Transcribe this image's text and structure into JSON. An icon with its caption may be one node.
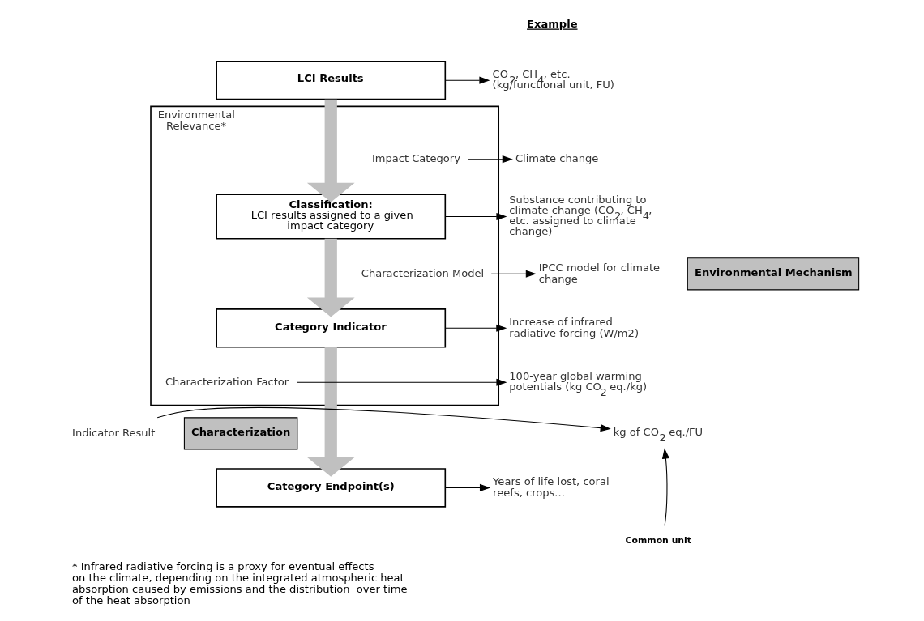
{
  "diagram": {
    "caption": "* Infrared radiative forcing is a proxy for eventual effects on the climate, depending on the integrated atmospheric heat absorption caused by emissions and the distribution  over time of the heat absorption",
    "nodes": [
      {
        "text": [
          "LCI Results"
        ]
      },
      {
        "text": [
          "Environmental Relevance*"
        ]
      },
      {
        "text": [
          "Classification:",
          "LCI results assigned to a given impact category"
        ],
        "in": 1
      },
      {
        "text": [
          "Category Indicator"
        ],
        "in": 1
      },
      {
        "text": [
          "Impact Category"
        ],
        "in": 1
      },
      {
        "text": [
          "Characterization Model"
        ],
        "in": 1
      },
      {
        "text": [
          "Characterization Factor"
        ],
        "in": 1
      },
      {
        "text": [
          "Indicator Result"
        ]
      },
      {
        "text": [
          "Category Endpoint(s)"
        ]
      },
      {
        "text": [
          "CO$_{2}$, CH$_{4}$, etc. (kg/functional unit, FU)"
        ]
      },
      {
        "text": [
          "Climate change"
        ]
      },
      {
        "text": [
          "Substance contributing to climate change (CO$_{2}$, CH$_{4}$, etc. assigned to climate change)"
        ]
      },
      {
        "text": [
          "IPCC model for climate change"
        ]
      },
      {
        "text": [
          "Increase of infrared radiative forcing (W/m2)"
        ]
      },
      {
        "text": [
          "100-year global warming potentials (kg CO$_{2}$ eq./kg)"
        ]
      },
      {
        "text": [
          "kg of CO$_{2}$ eq./FU"
        ]
      },
      {
        "text": [
          "Common unit"
        ]
      },
      {
        "text": [
          "Years of life lost, coral reefs, crops..."
        ]
      }
    ],
    "edges": [
      {
        "from": 0,
        "to": 9,
        "arrow": "to"
      },
      {
        "from": 0,
        "to": 2,
        "arrow": "to",
        "style": "thick",
        "color": "#c0c0c0"
      },
      {
        "from": 4,
        "to": 10,
        "arrow": "to"
      },
      {
        "from": 2,
        "to": 11,
        "arrow": "to"
      },
      {
        "from": 2,
        "to": 3,
        "arrow": "to",
        "style": "thick",
        "color": "#c0c0c0"
      },
      {
        "from": 5,
        "to": 12,
        "arrow": "to"
      },
      {
        "from": 3,
        "to": 13,
        "arrow": "to"
      },
      {
        "from": 6,
        "to": 14,
        "arrow": "to"
      },
      {
        "from": 3,
        "to": 8,
        "arrow": "to",
        "style": "thick",
        "color": "#c0c0c0"
      },
      {
        "from": 7,
        "to": 15,
        "arrow": "to"
      },
      {
        "from": 16,
        "to": 15,
        "arrow": "to"
      },
      {
        "from": 8,
        "to": 17,
        "arrow": "to"
      }
    ],
    "labels": [
      "Example",
      "Characterization",
      "Environmental Mechanism"
    ]
  }
}
